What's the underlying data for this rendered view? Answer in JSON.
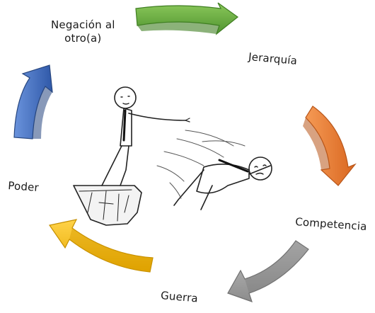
{
  "cycle": {
    "labels": {
      "negacion_line1": "Negación al",
      "negacion_line2": "otro(a)",
      "jerarquia": "Jerarquía",
      "competencia": "Competencia",
      "guerra": "Guerra",
      "poder": "Poder"
    },
    "arrows": [
      {
        "id": "green",
        "color": "#6aae3c",
        "dark": "#3f7e22"
      },
      {
        "id": "orange",
        "color": "#ee7d31",
        "dark": "#b8561a"
      },
      {
        "id": "gray",
        "color": "#a5a5a5",
        "dark": "#6f6f6f"
      },
      {
        "id": "yellow",
        "color": "#ffc000",
        "dark": "#c58f00"
      },
      {
        "id": "blue",
        "color": "#4472c4",
        "dark": "#27467f"
      }
    ],
    "illustration": "cartoon-businessman-pushing-another-off-cliff"
  }
}
